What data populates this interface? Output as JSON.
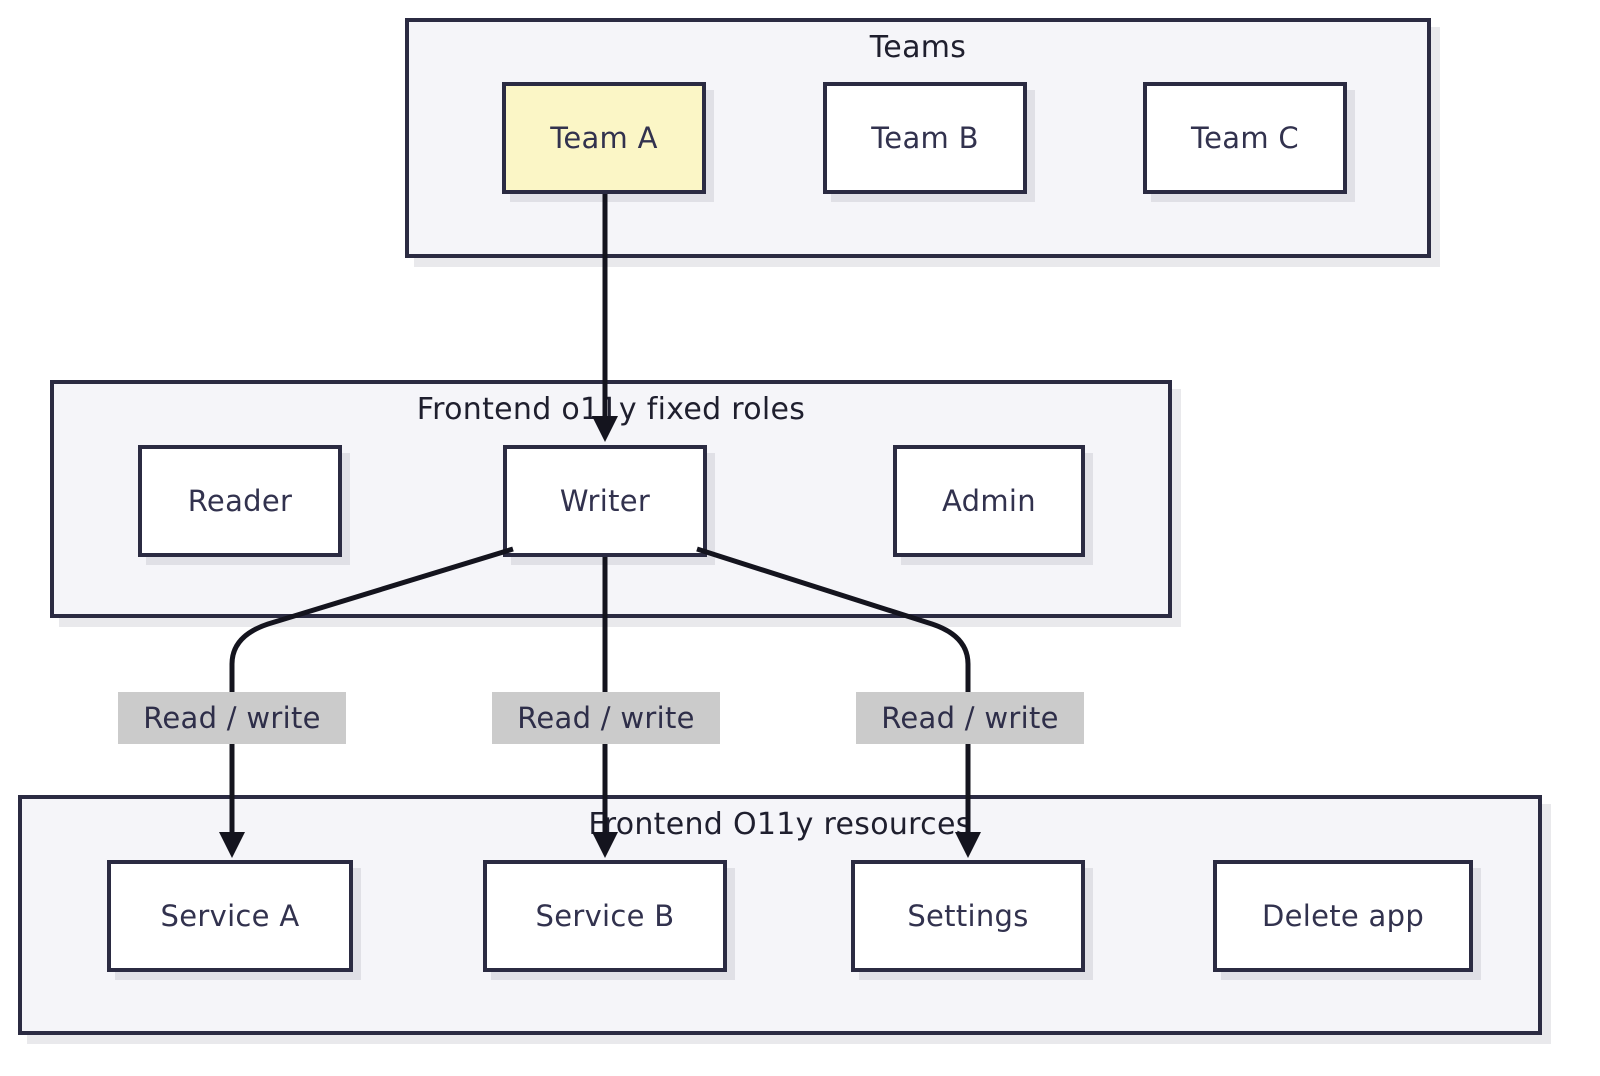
{
  "containers": {
    "teams": {
      "title": "Teams",
      "nodes": [
        {
          "label": "Team A",
          "highlighted": true
        },
        {
          "label": "Team B",
          "highlighted": false
        },
        {
          "label": "Team C",
          "highlighted": false
        }
      ]
    },
    "roles": {
      "title": "Frontend o11y fixed roles",
      "nodes": [
        {
          "label": "Reader"
        },
        {
          "label": "Writer"
        },
        {
          "label": "Admin"
        }
      ]
    },
    "resources": {
      "title": "Frontend O11y resources",
      "nodes": [
        {
          "label": "Service A"
        },
        {
          "label": "Service B"
        },
        {
          "label": "Settings"
        },
        {
          "label": "Delete app"
        }
      ]
    }
  },
  "edges": [
    {
      "from": "Team A",
      "to": "Writer",
      "label": ""
    },
    {
      "from": "Writer",
      "to": "Service A",
      "label": "Read / write"
    },
    {
      "from": "Writer",
      "to": "Service B",
      "label": "Read / write"
    },
    {
      "from": "Writer",
      "to": "Settings",
      "label": "Read / write"
    }
  ],
  "colors": {
    "border": "#2b2b42",
    "arrow_line": "#14141e",
    "container_bg": "#f5f5f9",
    "node_bg": "#ffffff",
    "highlight_bg": "#fbf6c6",
    "edge_label_bg": "#cbcbcb",
    "text": "#32324e"
  }
}
